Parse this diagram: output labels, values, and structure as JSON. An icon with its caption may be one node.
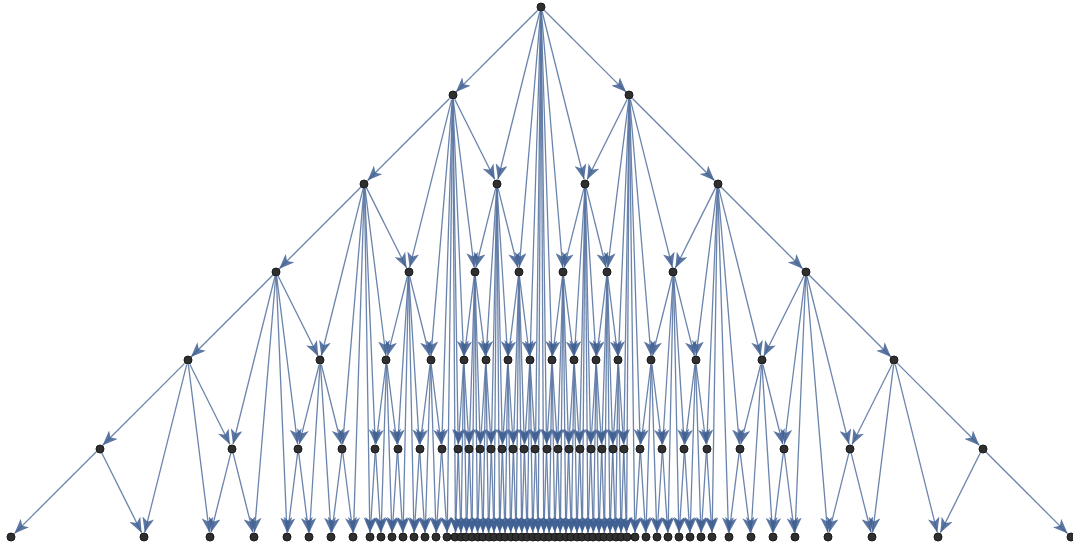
{
  "diagram": {
    "nodes": [
      {
        "text": [],
        "shape": "circle"
      },
      {
        "text": [],
        "shape": "circle"
      },
      {
        "text": [],
        "shape": "circle"
      },
      {
        "text": [],
        "shape": "circle"
      },
      {
        "text": [],
        "shape": "circle"
      },
      {
        "text": [],
        "shape": "circle"
      },
      {
        "text": [],
        "shape": "circle"
      },
      {
        "text": [],
        "shape": "circle"
      },
      {
        "text": [],
        "shape": "circle"
      },
      {
        "text": [],
        "shape": "circle"
      },
      {
        "text": [],
        "shape": "circle"
      },
      {
        "text": [],
        "shape": "circle"
      },
      {
        "text": [],
        "shape": "circle"
      },
      {
        "text": [],
        "shape": "circle"
      },
      {
        "text": [],
        "shape": "circle"
      },
      {
        "text": [],
        "shape": "circle"
      },
      {
        "text": [],
        "shape": "circle"
      },
      {
        "text": [],
        "shape": "circle"
      },
      {
        "text": [],
        "shape": "circle"
      },
      {
        "text": [],
        "shape": "circle"
      },
      {
        "text": [],
        "shape": "circle"
      },
      {
        "text": [],
        "shape": "circle"
      },
      {
        "text": [],
        "shape": "circle"
      },
      {
        "text": [],
        "shape": "circle"
      },
      {
        "text": [],
        "shape": "circle"
      },
      {
        "text": [],
        "shape": "circle"
      },
      {
        "text": [],
        "shape": "circle"
      },
      {
        "text": [],
        "shape": "circle"
      },
      {
        "text": [],
        "shape": "circle"
      },
      {
        "text": [],
        "shape": "circle"
      },
      {
        "text": [],
        "shape": "circle"
      },
      {
        "text": [],
        "shape": "circle"
      },
      {
        "text": [],
        "shape": "circle"
      },
      {
        "text": [],
        "shape": "circle"
      },
      {
        "text": [],
        "shape": "circle"
      },
      {
        "text": [],
        "shape": "circle"
      },
      {
        "text": [],
        "shape": "circle"
      },
      {
        "text": [],
        "shape": "circle"
      },
      {
        "text": [],
        "shape": "circle"
      },
      {
        "text": [],
        "shape": "circle"
      },
      {
        "text": [],
        "shape": "circle"
      },
      {
        "text": [],
        "shape": "circle"
      },
      {
        "text": [],
        "shape": "circle"
      },
      {
        "text": [],
        "shape": "circle"
      },
      {
        "text": [],
        "shape": "circle"
      },
      {
        "text": [],
        "shape": "circle"
      },
      {
        "text": [],
        "shape": "circle"
      },
      {
        "text": [],
        "shape": "circle"
      },
      {
        "text": [],
        "shape": "circle"
      },
      {
        "text": [],
        "shape": "circle"
      },
      {
        "text": [],
        "shape": "circle"
      },
      {
        "text": [],
        "shape": "circle"
      },
      {
        "text": [],
        "shape": "circle"
      },
      {
        "text": [],
        "shape": "circle"
      },
      {
        "text": [],
        "shape": "circle"
      },
      {
        "text": [],
        "shape": "circle"
      },
      {
        "text": [],
        "shape": "circle"
      },
      {
        "text": [],
        "shape": "circle"
      },
      {
        "text": [],
        "shape": "circle"
      },
      {
        "text": [],
        "shape": "circle"
      },
      {
        "text": [],
        "shape": "circle"
      },
      {
        "text": [],
        "shape": "circle"
      },
      {
        "text": [],
        "shape": "circle"
      },
      {
        "text": [],
        "shape": "circle"
      },
      {
        "text": [],
        "shape": "circle"
      },
      {
        "text": [],
        "shape": "circle"
      },
      {
        "text": [],
        "shape": "circle"
      },
      {
        "text": [],
        "shape": "circle"
      },
      {
        "text": [],
        "shape": "circle"
      },
      {
        "text": [],
        "shape": "circle"
      },
      {
        "text": [],
        "shape": "circle"
      },
      {
        "text": [],
        "shape": "circle"
      },
      {
        "text": [],
        "shape": "circle"
      },
      {
        "text": [],
        "shape": "circle"
      },
      {
        "text": [],
        "shape": "circle"
      },
      {
        "text": [],
        "shape": "circle"
      },
      {
        "text": [],
        "shape": "circle"
      },
      {
        "text": [],
        "shape": "circle"
      },
      {
        "text": [],
        "shape": "circle"
      },
      {
        "text": [],
        "shape": "circle"
      },
      {
        "text": [],
        "shape": "circle"
      },
      {
        "text": [],
        "shape": "circle"
      },
      {
        "text": [],
        "shape": "circle"
      },
      {
        "text": [],
        "shape": "circle"
      },
      {
        "text": [],
        "shape": "circle"
      },
      {
        "text": [],
        "shape": "circle"
      },
      {
        "text": [],
        "shape": "circle"
      },
      {
        "text": [],
        "shape": "circle"
      },
      {
        "text": [],
        "shape": "circle"
      },
      {
        "text": [],
        "shape": "circle"
      },
      {
        "text": [],
        "shape": "circle"
      },
      {
        "text": [],
        "shape": "circle"
      },
      {
        "text": [],
        "shape": "circle"
      },
      {
        "text": [],
        "shape": "circle"
      },
      {
        "text": [],
        "shape": "circle"
      },
      {
        "text": [],
        "shape": "circle"
      },
      {
        "text": [],
        "shape": "circle"
      },
      {
        "text": [],
        "shape": "circle"
      },
      {
        "text": [],
        "shape": "circle"
      },
      {
        "text": [],
        "shape": "circle"
      },
      {
        "text": [],
        "shape": "circle"
      },
      {
        "text": [],
        "shape": "circle"
      },
      {
        "text": [],
        "shape": "circle"
      },
      {
        "text": [],
        "shape": "circle"
      },
      {
        "text": [],
        "shape": "circle"
      },
      {
        "text": [],
        "shape": "circle"
      },
      {
        "text": [],
        "shape": "circle"
      },
      {
        "text": [],
        "shape": "circle"
      },
      {
        "text": [],
        "shape": "circle"
      },
      {
        "text": [],
        "shape": "circle"
      },
      {
        "text": [],
        "shape": "circle"
      },
      {
        "text": [],
        "shape": "circle"
      },
      {
        "text": [],
        "shape": "circle"
      },
      {
        "text": [],
        "shape": "circle"
      },
      {
        "text": [],
        "shape": "circle"
      },
      {
        "text": [],
        "shape": "circle"
      },
      {
        "text": [],
        "shape": "circle"
      },
      {
        "text": [],
        "shape": "circle"
      },
      {
        "text": [],
        "shape": "circle"
      },
      {
        "text": [],
        "shape": "circle"
      },
      {
        "text": [],
        "shape": "circle"
      },
      {
        "text": [],
        "shape": "circle"
      },
      {
        "text": [],
        "shape": "circle"
      },
      {
        "text": [],
        "shape": "circle"
      },
      {
        "text": [],
        "shape": "circle"
      },
      {
        "text": [],
        "shape": "circle"
      },
      {
        "text": [],
        "shape": "circle"
      }
    ],
    "edges": [
      {
        "from": 0,
        "to": 1,
        "arrow": "to"
      },
      {
        "from": 0,
        "to": 2,
        "arrow": "to"
      },
      {
        "from": 0,
        "to": 4,
        "arrow": "to"
      },
      {
        "from": 0,
        "to": 5,
        "arrow": "to"
      },
      {
        "from": 0,
        "to": 10,
        "arrow": "to"
      },
      {
        "from": 0,
        "to": 11,
        "arrow": "to"
      },
      {
        "from": 0,
        "to": 22,
        "arrow": "to"
      },
      {
        "from": 0,
        "to": 23,
        "arrow": "to"
      },
      {
        "from": 0,
        "to": 46,
        "arrow": "to"
      },
      {
        "from": 0,
        "to": 47,
        "arrow": "to"
      },
      {
        "from": 0,
        "to": 94,
        "arrow": "to"
      },
      {
        "from": 0,
        "to": 95,
        "arrow": "to"
      },
      {
        "from": 1,
        "to": 3,
        "arrow": "to"
      },
      {
        "from": 1,
        "to": 4,
        "arrow": "to"
      },
      {
        "from": 1,
        "to": 8,
        "arrow": "to"
      },
      {
        "from": 1,
        "to": 9,
        "arrow": "to"
      },
      {
        "from": 1,
        "to": 18,
        "arrow": "to"
      },
      {
        "from": 1,
        "to": 19,
        "arrow": "to"
      },
      {
        "from": 1,
        "to": 38,
        "arrow": "to"
      },
      {
        "from": 1,
        "to": 39,
        "arrow": "to"
      },
      {
        "from": 1,
        "to": 78,
        "arrow": "to"
      },
      {
        "from": 1,
        "to": 79,
        "arrow": "to"
      },
      {
        "from": 2,
        "to": 5,
        "arrow": "to"
      },
      {
        "from": 2,
        "to": 6,
        "arrow": "to"
      },
      {
        "from": 2,
        "to": 12,
        "arrow": "to"
      },
      {
        "from": 2,
        "to": 13,
        "arrow": "to"
      },
      {
        "from": 2,
        "to": 26,
        "arrow": "to"
      },
      {
        "from": 2,
        "to": 27,
        "arrow": "to"
      },
      {
        "from": 2,
        "to": 54,
        "arrow": "to"
      },
      {
        "from": 2,
        "to": 55,
        "arrow": "to"
      },
      {
        "from": 2,
        "to": 110,
        "arrow": "to"
      },
      {
        "from": 2,
        "to": 111,
        "arrow": "to"
      },
      {
        "from": 3,
        "to": 7,
        "arrow": "to"
      },
      {
        "from": 3,
        "to": 8,
        "arrow": "to"
      },
      {
        "from": 3,
        "to": 16,
        "arrow": "to"
      },
      {
        "from": 3,
        "to": 17,
        "arrow": "to"
      },
      {
        "from": 3,
        "to": 34,
        "arrow": "to"
      },
      {
        "from": 3,
        "to": 35,
        "arrow": "to"
      },
      {
        "from": 3,
        "to": 70,
        "arrow": "to"
      },
      {
        "from": 3,
        "to": 71,
        "arrow": "to"
      },
      {
        "from": 4,
        "to": 9,
        "arrow": "to"
      },
      {
        "from": 4,
        "to": 10,
        "arrow": "to"
      },
      {
        "from": 4,
        "to": 20,
        "arrow": "to"
      },
      {
        "from": 4,
        "to": 21,
        "arrow": "to"
      },
      {
        "from": 4,
        "to": 42,
        "arrow": "to"
      },
      {
        "from": 4,
        "to": 43,
        "arrow": "to"
      },
      {
        "from": 4,
        "to": 86,
        "arrow": "to"
      },
      {
        "from": 4,
        "to": 87,
        "arrow": "to"
      },
      {
        "from": 5,
        "to": 11,
        "arrow": "to"
      },
      {
        "from": 5,
        "to": 12,
        "arrow": "to"
      },
      {
        "from": 5,
        "to": 24,
        "arrow": "to"
      },
      {
        "from": 5,
        "to": 25,
        "arrow": "to"
      },
      {
        "from": 5,
        "to": 50,
        "arrow": "to"
      },
      {
        "from": 5,
        "to": 51,
        "arrow": "to"
      },
      {
        "from": 5,
        "to": 102,
        "arrow": "to"
      },
      {
        "from": 5,
        "to": 103,
        "arrow": "to"
      },
      {
        "from": 6,
        "to": 13,
        "arrow": "to"
      },
      {
        "from": 6,
        "to": 14,
        "arrow": "to"
      },
      {
        "from": 6,
        "to": 28,
        "arrow": "to"
      },
      {
        "from": 6,
        "to": 29,
        "arrow": "to"
      },
      {
        "from": 6,
        "to": 58,
        "arrow": "to"
      },
      {
        "from": 6,
        "to": 59,
        "arrow": "to"
      },
      {
        "from": 6,
        "to": 118,
        "arrow": "to"
      },
      {
        "from": 6,
        "to": 119,
        "arrow": "to"
      },
      {
        "from": 7,
        "to": 15,
        "arrow": "to"
      },
      {
        "from": 7,
        "to": 16,
        "arrow": "to"
      },
      {
        "from": 7,
        "to": 32,
        "arrow": "to"
      },
      {
        "from": 7,
        "to": 33,
        "arrow": "to"
      },
      {
        "from": 7,
        "to": 66,
        "arrow": "to"
      },
      {
        "from": 7,
        "to": 67,
        "arrow": "to"
      },
      {
        "from": 8,
        "to": 17,
        "arrow": "to"
      },
      {
        "from": 8,
        "to": 18,
        "arrow": "to"
      },
      {
        "from": 8,
        "to": 36,
        "arrow": "to"
      },
      {
        "from": 8,
        "to": 37,
        "arrow": "to"
      },
      {
        "from": 8,
        "to": 74,
        "arrow": "to"
      },
      {
        "from": 8,
        "to": 75,
        "arrow": "to"
      },
      {
        "from": 9,
        "to": 19,
        "arrow": "to"
      },
      {
        "from": 9,
        "to": 20,
        "arrow": "to"
      },
      {
        "from": 9,
        "to": 40,
        "arrow": "to"
      },
      {
        "from": 9,
        "to": 41,
        "arrow": "to"
      },
      {
        "from": 9,
        "to": 82,
        "arrow": "to"
      },
      {
        "from": 9,
        "to": 83,
        "arrow": "to"
      },
      {
        "from": 10,
        "to": 21,
        "arrow": "to"
      },
      {
        "from": 10,
        "to": 22,
        "arrow": "to"
      },
      {
        "from": 10,
        "to": 44,
        "arrow": "to"
      },
      {
        "from": 10,
        "to": 45,
        "arrow": "to"
      },
      {
        "from": 10,
        "to": 90,
        "arrow": "to"
      },
      {
        "from": 10,
        "to": 91,
        "arrow": "to"
      },
      {
        "from": 11,
        "to": 23,
        "arrow": "to"
      },
      {
        "from": 11,
        "to": 24,
        "arrow": "to"
      },
      {
        "from": 11,
        "to": 48,
        "arrow": "to"
      },
      {
        "from": 11,
        "to": 49,
        "arrow": "to"
      },
      {
        "from": 11,
        "to": 98,
        "arrow": "to"
      },
      {
        "from": 11,
        "to": 99,
        "arrow": "to"
      },
      {
        "from": 12,
        "to": 25,
        "arrow": "to"
      },
      {
        "from": 12,
        "to": 26,
        "arrow": "to"
      },
      {
        "from": 12,
        "to": 52,
        "arrow": "to"
      },
      {
        "from": 12,
        "to": 53,
        "arrow": "to"
      },
      {
        "from": 12,
        "to": 106,
        "arrow": "to"
      },
      {
        "from": 12,
        "to": 107,
        "arrow": "to"
      },
      {
        "from": 13,
        "to": 27,
        "arrow": "to"
      },
      {
        "from": 13,
        "to": 28,
        "arrow": "to"
      },
      {
        "from": 13,
        "to": 56,
        "arrow": "to"
      },
      {
        "from": 13,
        "to": 57,
        "arrow": "to"
      },
      {
        "from": 13,
        "to": 114,
        "arrow": "to"
      },
      {
        "from": 13,
        "to": 115,
        "arrow": "to"
      },
      {
        "from": 14,
        "to": 29,
        "arrow": "to"
      },
      {
        "from": 14,
        "to": 30,
        "arrow": "to"
      },
      {
        "from": 14,
        "to": 60,
        "arrow": "to"
      },
      {
        "from": 14,
        "to": 61,
        "arrow": "to"
      },
      {
        "from": 14,
        "to": 122,
        "arrow": "to"
      },
      {
        "from": 14,
        "to": 123,
        "arrow": "to"
      },
      {
        "from": 15,
        "to": 31,
        "arrow": "to"
      },
      {
        "from": 15,
        "to": 32,
        "arrow": "to"
      },
      {
        "from": 15,
        "to": 64,
        "arrow": "to"
      },
      {
        "from": 15,
        "to": 65,
        "arrow": "to"
      },
      {
        "from": 16,
        "to": 33,
        "arrow": "to"
      },
      {
        "from": 16,
        "to": 34,
        "arrow": "to"
      },
      {
        "from": 16,
        "to": 68,
        "arrow": "to"
      },
      {
        "from": 16,
        "to": 69,
        "arrow": "to"
      },
      {
        "from": 17,
        "to": 35,
        "arrow": "to"
      },
      {
        "from": 17,
        "to": 36,
        "arrow": "to"
      },
      {
        "from": 17,
        "to": 72,
        "arrow": "to"
      },
      {
        "from": 17,
        "to": 73,
        "arrow": "to"
      },
      {
        "from": 18,
        "to": 37,
        "arrow": "to"
      },
      {
        "from": 18,
        "to": 38,
        "arrow": "to"
      },
      {
        "from": 18,
        "to": 76,
        "arrow": "to"
      },
      {
        "from": 18,
        "to": 77,
        "arrow": "to"
      },
      {
        "from": 19,
        "to": 39,
        "arrow": "to"
      },
      {
        "from": 19,
        "to": 40,
        "arrow": "to"
      },
      {
        "from": 19,
        "to": 80,
        "arrow": "to"
      },
      {
        "from": 19,
        "to": 81,
        "arrow": "to"
      },
      {
        "from": 20,
        "to": 41,
        "arrow": "to"
      },
      {
        "from": 20,
        "to": 42,
        "arrow": "to"
      },
      {
        "from": 20,
        "to": 84,
        "arrow": "to"
      },
      {
        "from": 20,
        "to": 85,
        "arrow": "to"
      },
      {
        "from": 21,
        "to": 43,
        "arrow": "to"
      },
      {
        "from": 21,
        "to": 44,
        "arrow": "to"
      },
      {
        "from": 21,
        "to": 88,
        "arrow": "to"
      },
      {
        "from": 21,
        "to": 89,
        "arrow": "to"
      },
      {
        "from": 22,
        "to": 45,
        "arrow": "to"
      },
      {
        "from": 22,
        "to": 46,
        "arrow": "to"
      },
      {
        "from": 22,
        "to": 92,
        "arrow": "to"
      },
      {
        "from": 22,
        "to": 93,
        "arrow": "to"
      },
      {
        "from": 23,
        "to": 47,
        "arrow": "to"
      },
      {
        "from": 23,
        "to": 48,
        "arrow": "to"
      },
      {
        "from": 23,
        "to": 96,
        "arrow": "to"
      },
      {
        "from": 23,
        "to": 97,
        "arrow": "to"
      },
      {
        "from": 24,
        "to": 49,
        "arrow": "to"
      },
      {
        "from": 24,
        "to": 50,
        "arrow": "to"
      },
      {
        "from": 24,
        "to": 100,
        "arrow": "to"
      },
      {
        "from": 24,
        "to": 101,
        "arrow": "to"
      },
      {
        "from": 25,
        "to": 51,
        "arrow": "to"
      },
      {
        "from": 25,
        "to": 52,
        "arrow": "to"
      },
      {
        "from": 25,
        "to": 104,
        "arrow": "to"
      },
      {
        "from": 25,
        "to": 105,
        "arrow": "to"
      },
      {
        "from": 26,
        "to": 53,
        "arrow": "to"
      },
      {
        "from": 26,
        "to": 54,
        "arrow": "to"
      },
      {
        "from": 26,
        "to": 108,
        "arrow": "to"
      },
      {
        "from": 26,
        "to": 109,
        "arrow": "to"
      },
      {
        "from": 27,
        "to": 55,
        "arrow": "to"
      },
      {
        "from": 27,
        "to": 56,
        "arrow": "to"
      },
      {
        "from": 27,
        "to": 112,
        "arrow": "to"
      },
      {
        "from": 27,
        "to": 113,
        "arrow": "to"
      },
      {
        "from": 28,
        "to": 57,
        "arrow": "to"
      },
      {
        "from": 28,
        "to": 58,
        "arrow": "to"
      },
      {
        "from": 28,
        "to": 116,
        "arrow": "to"
      },
      {
        "from": 28,
        "to": 117,
        "arrow": "to"
      },
      {
        "from": 29,
        "to": 59,
        "arrow": "to"
      },
      {
        "from": 29,
        "to": 60,
        "arrow": "to"
      },
      {
        "from": 29,
        "to": 120,
        "arrow": "to"
      },
      {
        "from": 29,
        "to": 121,
        "arrow": "to"
      },
      {
        "from": 30,
        "to": 61,
        "arrow": "to"
      },
      {
        "from": 30,
        "to": 62,
        "arrow": "to"
      },
      {
        "from": 30,
        "to": 124,
        "arrow": "to"
      },
      {
        "from": 30,
        "to": 125,
        "arrow": "to"
      },
      {
        "from": 31,
        "to": 63,
        "arrow": "to"
      },
      {
        "from": 31,
        "to": 64,
        "arrow": "to"
      },
      {
        "from": 32,
        "to": 65,
        "arrow": "to"
      },
      {
        "from": 32,
        "to": 66,
        "arrow": "to"
      },
      {
        "from": 33,
        "to": 67,
        "arrow": "to"
      },
      {
        "from": 33,
        "to": 68,
        "arrow": "to"
      },
      {
        "from": 34,
        "to": 69,
        "arrow": "to"
      },
      {
        "from": 34,
        "to": 70,
        "arrow": "to"
      },
      {
        "from": 35,
        "to": 71,
        "arrow": "to"
      },
      {
        "from": 35,
        "to": 72,
        "arrow": "to"
      },
      {
        "from": 36,
        "to": 73,
        "arrow": "to"
      },
      {
        "from": 36,
        "to": 74,
        "arrow": "to"
      },
      {
        "from": 37,
        "to": 75,
        "arrow": "to"
      },
      {
        "from": 37,
        "to": 76,
        "arrow": "to"
      },
      {
        "from": 38,
        "to": 77,
        "arrow": "to"
      },
      {
        "from": 38,
        "to": 78,
        "arrow": "to"
      },
      {
        "from": 39,
        "to": 79,
        "arrow": "to"
      },
      {
        "from": 39,
        "to": 80,
        "arrow": "to"
      },
      {
        "from": 40,
        "to": 81,
        "arrow": "to"
      },
      {
        "from": 40,
        "to": 82,
        "arrow": "to"
      },
      {
        "from": 41,
        "to": 83,
        "arrow": "to"
      },
      {
        "from": 41,
        "to": 84,
        "arrow": "to"
      },
      {
        "from": 42,
        "to": 85,
        "arrow": "to"
      },
      {
        "from": 42,
        "to": 86,
        "arrow": "to"
      },
      {
        "from": 43,
        "to": 87,
        "arrow": "to"
      },
      {
        "from": 43,
        "to": 88,
        "arrow": "to"
      },
      {
        "from": 44,
        "to": 89,
        "arrow": "to"
      },
      {
        "from": 44,
        "to": 90,
        "arrow": "to"
      },
      {
        "from": 45,
        "to": 91,
        "arrow": "to"
      },
      {
        "from": 45,
        "to": 92,
        "arrow": "to"
      },
      {
        "from": 46,
        "to": 93,
        "arrow": "to"
      },
      {
        "from": 46,
        "to": 94,
        "arrow": "to"
      },
      {
        "from": 47,
        "to": 95,
        "arrow": "to"
      },
      {
        "from": 47,
        "to": 96,
        "arrow": "to"
      },
      {
        "from": 48,
        "to": 97,
        "arrow": "to"
      },
      {
        "from": 48,
        "to": 98,
        "arrow": "to"
      },
      {
        "from": 49,
        "to": 99,
        "arrow": "to"
      },
      {
        "from": 49,
        "to": 100,
        "arrow": "to"
      },
      {
        "from": 50,
        "to": 101,
        "arrow": "to"
      },
      {
        "from": 50,
        "to": 102,
        "arrow": "to"
      },
      {
        "from": 51,
        "to": 103,
        "arrow": "to"
      },
      {
        "from": 51,
        "to": 104,
        "arrow": "to"
      },
      {
        "from": 52,
        "to": 105,
        "arrow": "to"
      },
      {
        "from": 52,
        "to": 106,
        "arrow": "to"
      },
      {
        "from": 53,
        "to": 107,
        "arrow": "to"
      },
      {
        "from": 53,
        "to": 108,
        "arrow": "to"
      },
      {
        "from": 54,
        "to": 109,
        "arrow": "to"
      },
      {
        "from": 54,
        "to": 110,
        "arrow": "to"
      },
      {
        "from": 55,
        "to": 111,
        "arrow": "to"
      },
      {
        "from": 55,
        "to": 112,
        "arrow": "to"
      },
      {
        "from": 56,
        "to": 113,
        "arrow": "to"
      },
      {
        "from": 56,
        "to": 114,
        "arrow": "to"
      },
      {
        "from": 57,
        "to": 115,
        "arrow": "to"
      },
      {
        "from": 57,
        "to": 116,
        "arrow": "to"
      },
      {
        "from": 58,
        "to": 117,
        "arrow": "to"
      },
      {
        "from": 58,
        "to": 118,
        "arrow": "to"
      },
      {
        "from": 59,
        "to": 119,
        "arrow": "to"
      },
      {
        "from": 59,
        "to": 120,
        "arrow": "to"
      },
      {
        "from": 60,
        "to": 121,
        "arrow": "to"
      },
      {
        "from": 60,
        "to": 122,
        "arrow": "to"
      },
      {
        "from": 61,
        "to": 123,
        "arrow": "to"
      },
      {
        "from": 61,
        "to": 124,
        "arrow": "to"
      },
      {
        "from": 62,
        "to": 125,
        "arrow": "to"
      },
      {
        "from": 62,
        "to": 126,
        "arrow": "to"
      }
    ]
  }
}
